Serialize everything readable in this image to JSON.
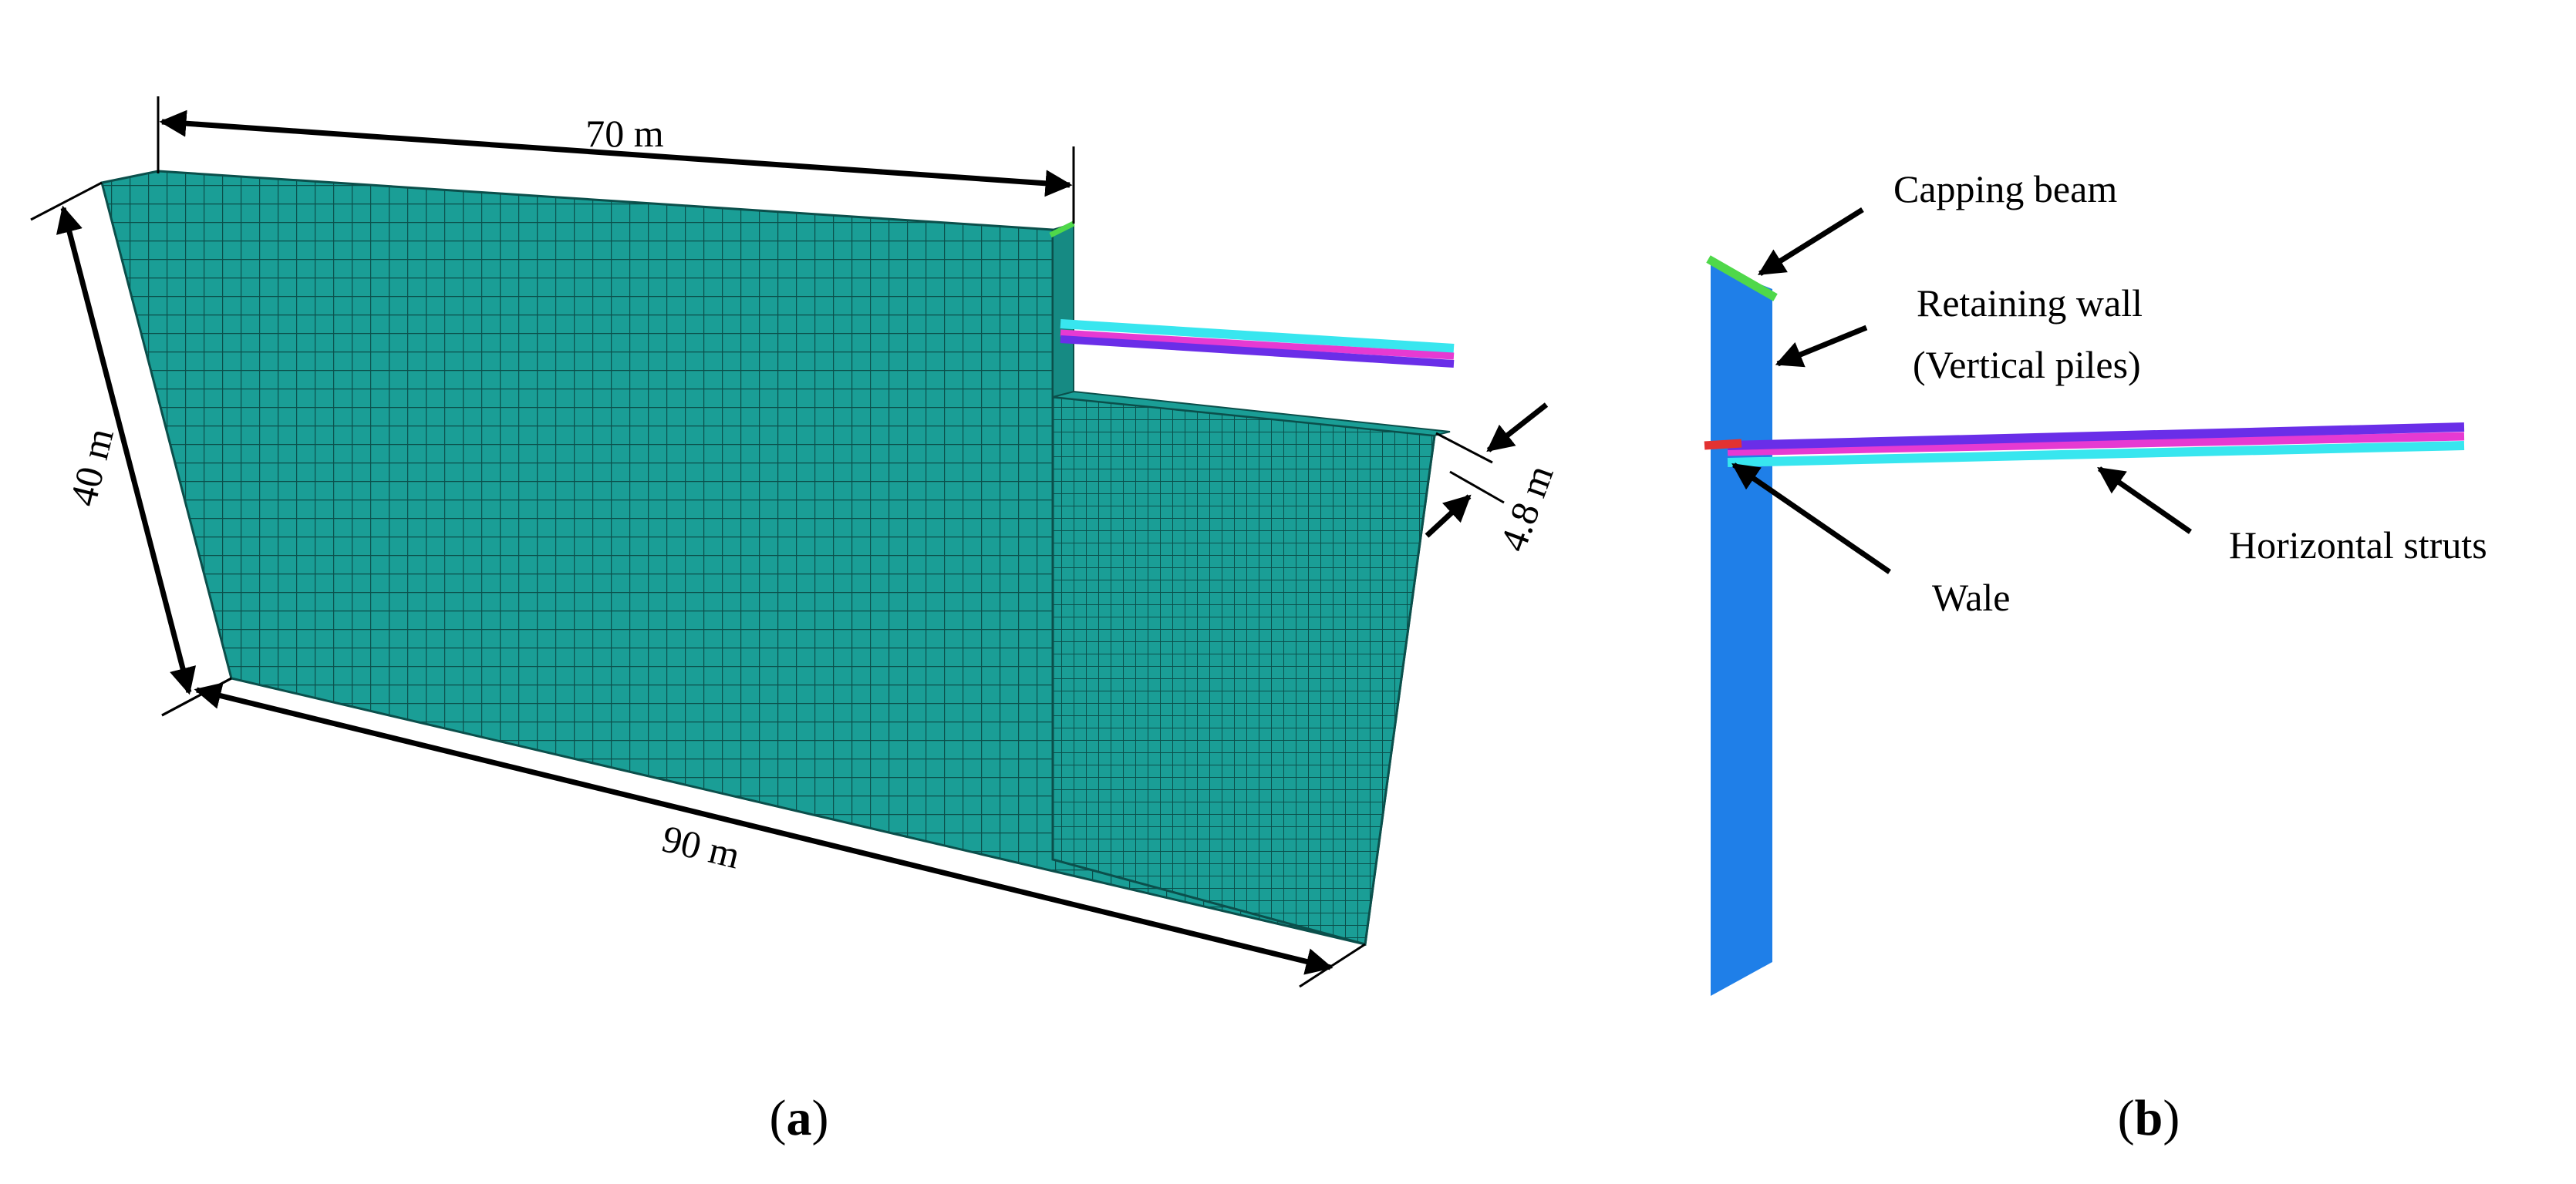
{
  "panel_a": {
    "label_open": "(",
    "label_letter": "a",
    "label_close": ")",
    "dim_top": "70 m",
    "dim_left": "40 m",
    "dim_bottom": "90 m",
    "dim_right": "4.8 m"
  },
  "panel_b": {
    "label_open": "(",
    "label_letter": "b",
    "label_close": ")",
    "capping_beam": "Capping beam",
    "retaining_wall_line1": "Retaining wall",
    "retaining_wall_line2": "(Vertical piles)",
    "wale": "Wale",
    "horizontal_struts": "Horizontal struts"
  },
  "colors": {
    "soil_mesh": "#1a9e96",
    "mesh_lines": "#0b4f4b",
    "retaining_wall": "#1f7fe8",
    "capping_beam": "#4fd84a",
    "strut_cyan": "#38e6ef",
    "strut_magenta": "#e63ad2",
    "strut_purple": "#6a2ee8",
    "wale": "#e23232",
    "ink": "#000000"
  }
}
